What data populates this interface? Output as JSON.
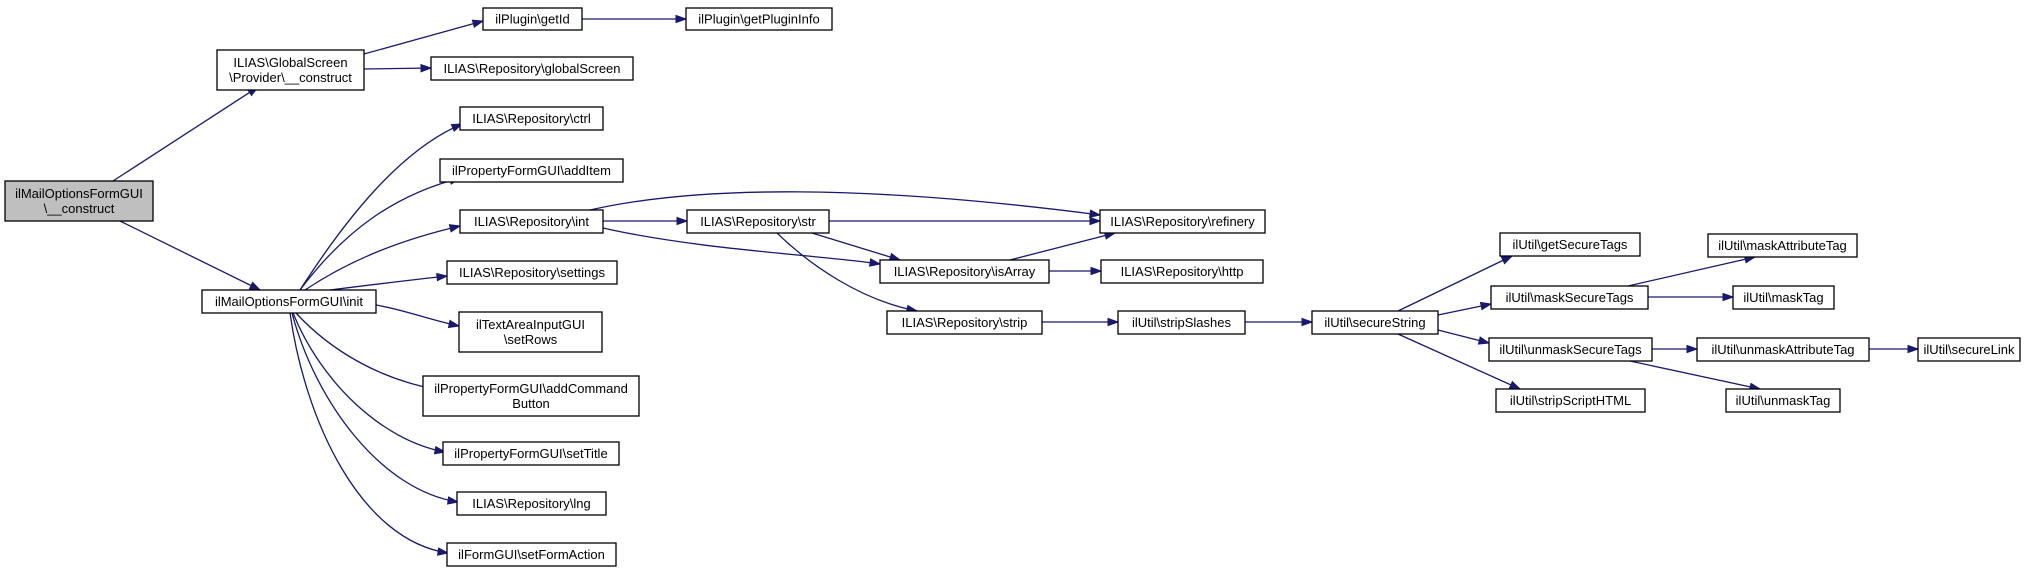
{
  "diagram": {
    "nodes": [
      {
        "id": "root",
        "lines": [
          "ilMailOptionsFormGUI",
          "\\__construct"
        ],
        "highlight": true
      },
      {
        "id": "gs_provider",
        "lines": [
          "ILIAS\\GlobalScreen",
          "\\Provider\\__construct"
        ]
      },
      {
        "id": "init",
        "lines": [
          "ilMailOptionsFormGUI\\init"
        ]
      },
      {
        "id": "getId",
        "lines": [
          "ilPlugin\\getId"
        ]
      },
      {
        "id": "getPluginInfo",
        "lines": [
          "ilPlugin\\getPluginInfo"
        ]
      },
      {
        "id": "globalScreen",
        "lines": [
          "ILIAS\\Repository\\globalScreen"
        ]
      },
      {
        "id": "ctrl",
        "lines": [
          "ILIAS\\Repository\\ctrl"
        ]
      },
      {
        "id": "addItem",
        "lines": [
          "ilPropertyFormGUI\\addItem"
        ]
      },
      {
        "id": "int",
        "lines": [
          "ILIAS\\Repository\\int"
        ]
      },
      {
        "id": "settings",
        "lines": [
          "ILIAS\\Repository\\settings"
        ]
      },
      {
        "id": "setRows",
        "lines": [
          "ilTextAreaInputGUI",
          "\\setRows"
        ]
      },
      {
        "id": "addCommandButton",
        "lines": [
          "ilPropertyFormGUI\\addCommand",
          "Button"
        ]
      },
      {
        "id": "setTitle",
        "lines": [
          "ilPropertyFormGUI\\setTitle"
        ]
      },
      {
        "id": "lng",
        "lines": [
          "ILIAS\\Repository\\lng"
        ]
      },
      {
        "id": "setFormAction",
        "lines": [
          "ilFormGUI\\setFormAction"
        ]
      },
      {
        "id": "str",
        "lines": [
          "ILIAS\\Repository\\str"
        ]
      },
      {
        "id": "isArray",
        "lines": [
          "ILIAS\\Repository\\isArray"
        ]
      },
      {
        "id": "strip",
        "lines": [
          "ILIAS\\Repository\\strip"
        ]
      },
      {
        "id": "refinery",
        "lines": [
          "ILIAS\\Repository\\refinery"
        ]
      },
      {
        "id": "http",
        "lines": [
          "ILIAS\\Repository\\http"
        ]
      },
      {
        "id": "stripSlashes",
        "lines": [
          "ilUtil\\stripSlashes"
        ]
      },
      {
        "id": "secureString",
        "lines": [
          "ilUtil\\secureString"
        ]
      },
      {
        "id": "getSecureTags",
        "lines": [
          "ilUtil\\getSecureTags"
        ]
      },
      {
        "id": "maskSecureTags",
        "lines": [
          "ilUtil\\maskSecureTags"
        ]
      },
      {
        "id": "unmaskSecureTags",
        "lines": [
          "ilUtil\\unmaskSecureTags"
        ]
      },
      {
        "id": "stripScriptHTML",
        "lines": [
          "ilUtil\\stripScriptHTML"
        ]
      },
      {
        "id": "maskAttributeTag",
        "lines": [
          "ilUtil\\maskAttributeTag"
        ]
      },
      {
        "id": "maskTag",
        "lines": [
          "ilUtil\\maskTag"
        ]
      },
      {
        "id": "unmaskAttributeTag",
        "lines": [
          "ilUtil\\unmaskAttributeTag"
        ]
      },
      {
        "id": "unmaskTag",
        "lines": [
          "ilUtil\\unmaskTag"
        ]
      },
      {
        "id": "secureLink",
        "lines": [
          "ilUtil\\secureLink"
        ]
      }
    ],
    "edges": [
      {
        "from": "root",
        "to": "gs_provider"
      },
      {
        "from": "root",
        "to": "init"
      },
      {
        "from": "gs_provider",
        "to": "getId"
      },
      {
        "from": "gs_provider",
        "to": "globalScreen"
      },
      {
        "from": "getId",
        "to": "getPluginInfo"
      },
      {
        "from": "init",
        "to": "ctrl"
      },
      {
        "from": "init",
        "to": "addItem"
      },
      {
        "from": "init",
        "to": "int"
      },
      {
        "from": "init",
        "to": "settings"
      },
      {
        "from": "init",
        "to": "setRows"
      },
      {
        "from": "init",
        "to": "addCommandButton"
      },
      {
        "from": "init",
        "to": "setTitle"
      },
      {
        "from": "init",
        "to": "lng"
      },
      {
        "from": "init",
        "to": "setFormAction"
      },
      {
        "from": "int",
        "to": "refinery"
      },
      {
        "from": "int",
        "to": "str"
      },
      {
        "from": "int",
        "to": "isArray"
      },
      {
        "from": "str",
        "to": "refinery"
      },
      {
        "from": "str",
        "to": "isArray"
      },
      {
        "from": "str",
        "to": "strip"
      },
      {
        "from": "isArray",
        "to": "refinery"
      },
      {
        "from": "isArray",
        "to": "http"
      },
      {
        "from": "strip",
        "to": "stripSlashes"
      },
      {
        "from": "stripSlashes",
        "to": "secureString"
      },
      {
        "from": "secureString",
        "to": "getSecureTags"
      },
      {
        "from": "secureString",
        "to": "maskSecureTags"
      },
      {
        "from": "secureString",
        "to": "unmaskSecureTags"
      },
      {
        "from": "secureString",
        "to": "stripScriptHTML"
      },
      {
        "from": "maskSecureTags",
        "to": "maskAttributeTag"
      },
      {
        "from": "maskSecureTags",
        "to": "maskTag"
      },
      {
        "from": "unmaskSecureTags",
        "to": "unmaskAttributeTag"
      },
      {
        "from": "unmaskSecureTags",
        "to": "unmaskTag"
      },
      {
        "from": "unmaskAttributeTag",
        "to": "secureLink"
      }
    ],
    "colors": {
      "edge": "#191970",
      "node_border": "#000000",
      "node_fill": "#ffffff",
      "root_fill": "#bfbfbf"
    }
  }
}
